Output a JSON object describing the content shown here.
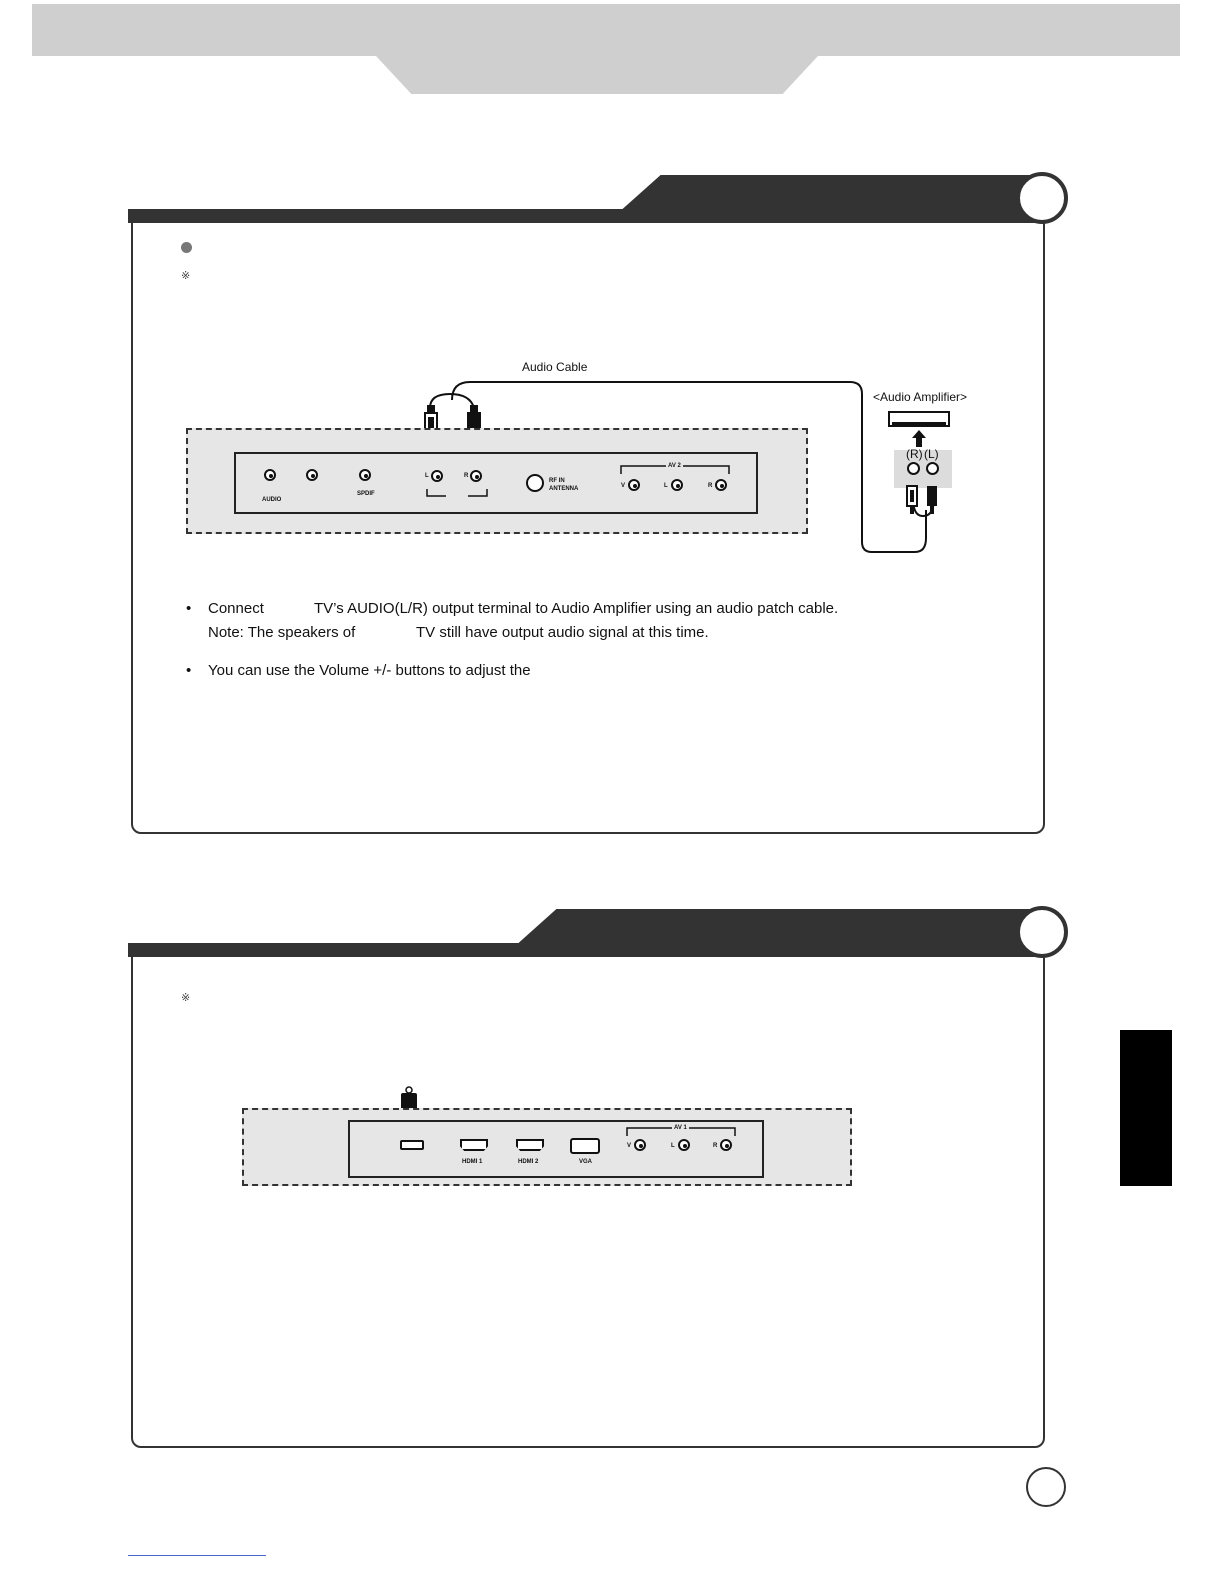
{
  "section1": {
    "caption_cable": "Audio Cable",
    "caption_amplifier": "<Audio Amplifier>",
    "amp_label_r": "(R)",
    "amp_label_l": "(L)",
    "panel_labels": {
      "audio": "AUDIO",
      "spdif": "SPDIF",
      "l": "L",
      "r": "R",
      "rf_in": "RF IN",
      "antenna": "ANTENNA",
      "av2": "AV 2",
      "v": "V",
      "av_l": "L",
      "av_r": "R"
    },
    "bullet1_part1": "Connect",
    "bullet1_part2": "TV’s AUDIO(L/R) output terminal to Audio Amplifier using an audio patch cable.",
    "note_part1": "Note: The speakers of",
    "note_part2": "TV still have output audio signal at this time.",
    "bullet2": "You can use the Volume +/- buttons to adjust the"
  },
  "section2": {
    "panel_labels": {
      "hdmi1": "HDMI 1",
      "hdmi2": "HDMI 2",
      "vga": "VGA",
      "av1": "AV 1",
      "v": "V",
      "l": "L",
      "r": "R"
    }
  },
  "symbols": {
    "bullet": "•",
    "note": "※"
  }
}
